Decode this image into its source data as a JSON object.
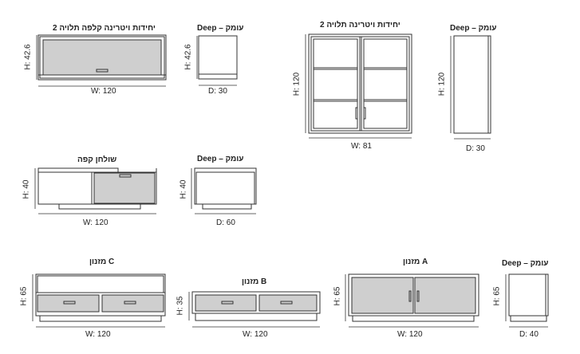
{
  "items": {
    "wall_flap": {
      "title": "2 יחידות ויטרינה קלפה תלויה",
      "height": "H: 42.6",
      "width": "W: 120"
    },
    "wall_flap_side": {
      "title": "Deep – עומק",
      "height": "H: 42.6",
      "depth": "D: 30"
    },
    "vitrine": {
      "title": "2 יחידות ויטרינה תלויה",
      "height": "H: 120",
      "width": "W: 81"
    },
    "vitrine_side": {
      "title": "Deep – עומק",
      "height": "H: 120",
      "depth": "D: 30"
    },
    "coffee_table": {
      "title": "שולחן קפה",
      "height": "H: 40",
      "width": "W: 120"
    },
    "coffee_side": {
      "title": "Deep – עומק",
      "height": "H: 40",
      "depth": "D: 60"
    },
    "console_c": {
      "title": "מזנון C",
      "height": "H: 65",
      "width": "W: 120"
    },
    "console_b": {
      "title": "מזנון B",
      "height": "H: 35",
      "width": "W: 120"
    },
    "console_a": {
      "title": "מזנון A",
      "height": "H: 65",
      "width": "W: 120"
    },
    "console_side": {
      "title": "Deep – עומק",
      "height": "H: 65",
      "depth": "D: 40"
    }
  },
  "colors": {
    "line": "#333333",
    "panel": "#cfcfcf",
    "bg": "#ffffff"
  }
}
